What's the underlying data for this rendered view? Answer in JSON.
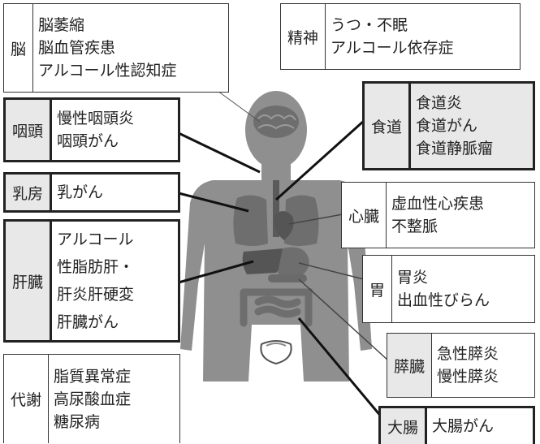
{
  "organs": {
    "brain": {
      "label": "脳",
      "conditions": [
        "脳萎縮",
        "脳血管疾患",
        "アルコール性認知症"
      ]
    },
    "psyche": {
      "label": "精神",
      "conditions": [
        "うつ・不眠",
        "アルコール依存症"
      ]
    },
    "pharynx": {
      "label": "咽頭",
      "conditions": [
        "慢性咽頭炎",
        "咽頭がん"
      ]
    },
    "esophagus": {
      "label": "食道",
      "conditions": [
        "食道炎",
        "食道がん",
        "食道静脈瘤"
      ]
    },
    "breast": {
      "label": "乳房",
      "conditions": [
        "乳がん"
      ]
    },
    "heart": {
      "label": "心臓",
      "conditions": [
        "虚血性心疾患",
        "不整脈"
      ]
    },
    "liver": {
      "label": "肝臓",
      "conditions": [
        "アルコール",
        "性脂肪肝・",
        "肝炎肝硬変",
        "肝臓がん"
      ]
    },
    "stomach": {
      "label": "胃",
      "conditions": [
        "胃炎",
        "出血性びらん"
      ]
    },
    "pancreas": {
      "label": "膵臓",
      "conditions": [
        "急性膵炎",
        "慢性膵炎"
      ]
    },
    "metabolism": {
      "label": "代謝",
      "conditions": [
        "脂質異常症",
        "高尿酸血症",
        "糖尿病"
      ]
    },
    "colon": {
      "label": "大腸",
      "conditions": [
        "大腸がん"
      ]
    }
  },
  "colors": {
    "silhouette": "#8f8f8f",
    "organ": "#6e6e6e",
    "organ_dark": "#555555",
    "shaded_box": "#e8e8e8",
    "line": "#111111"
  }
}
